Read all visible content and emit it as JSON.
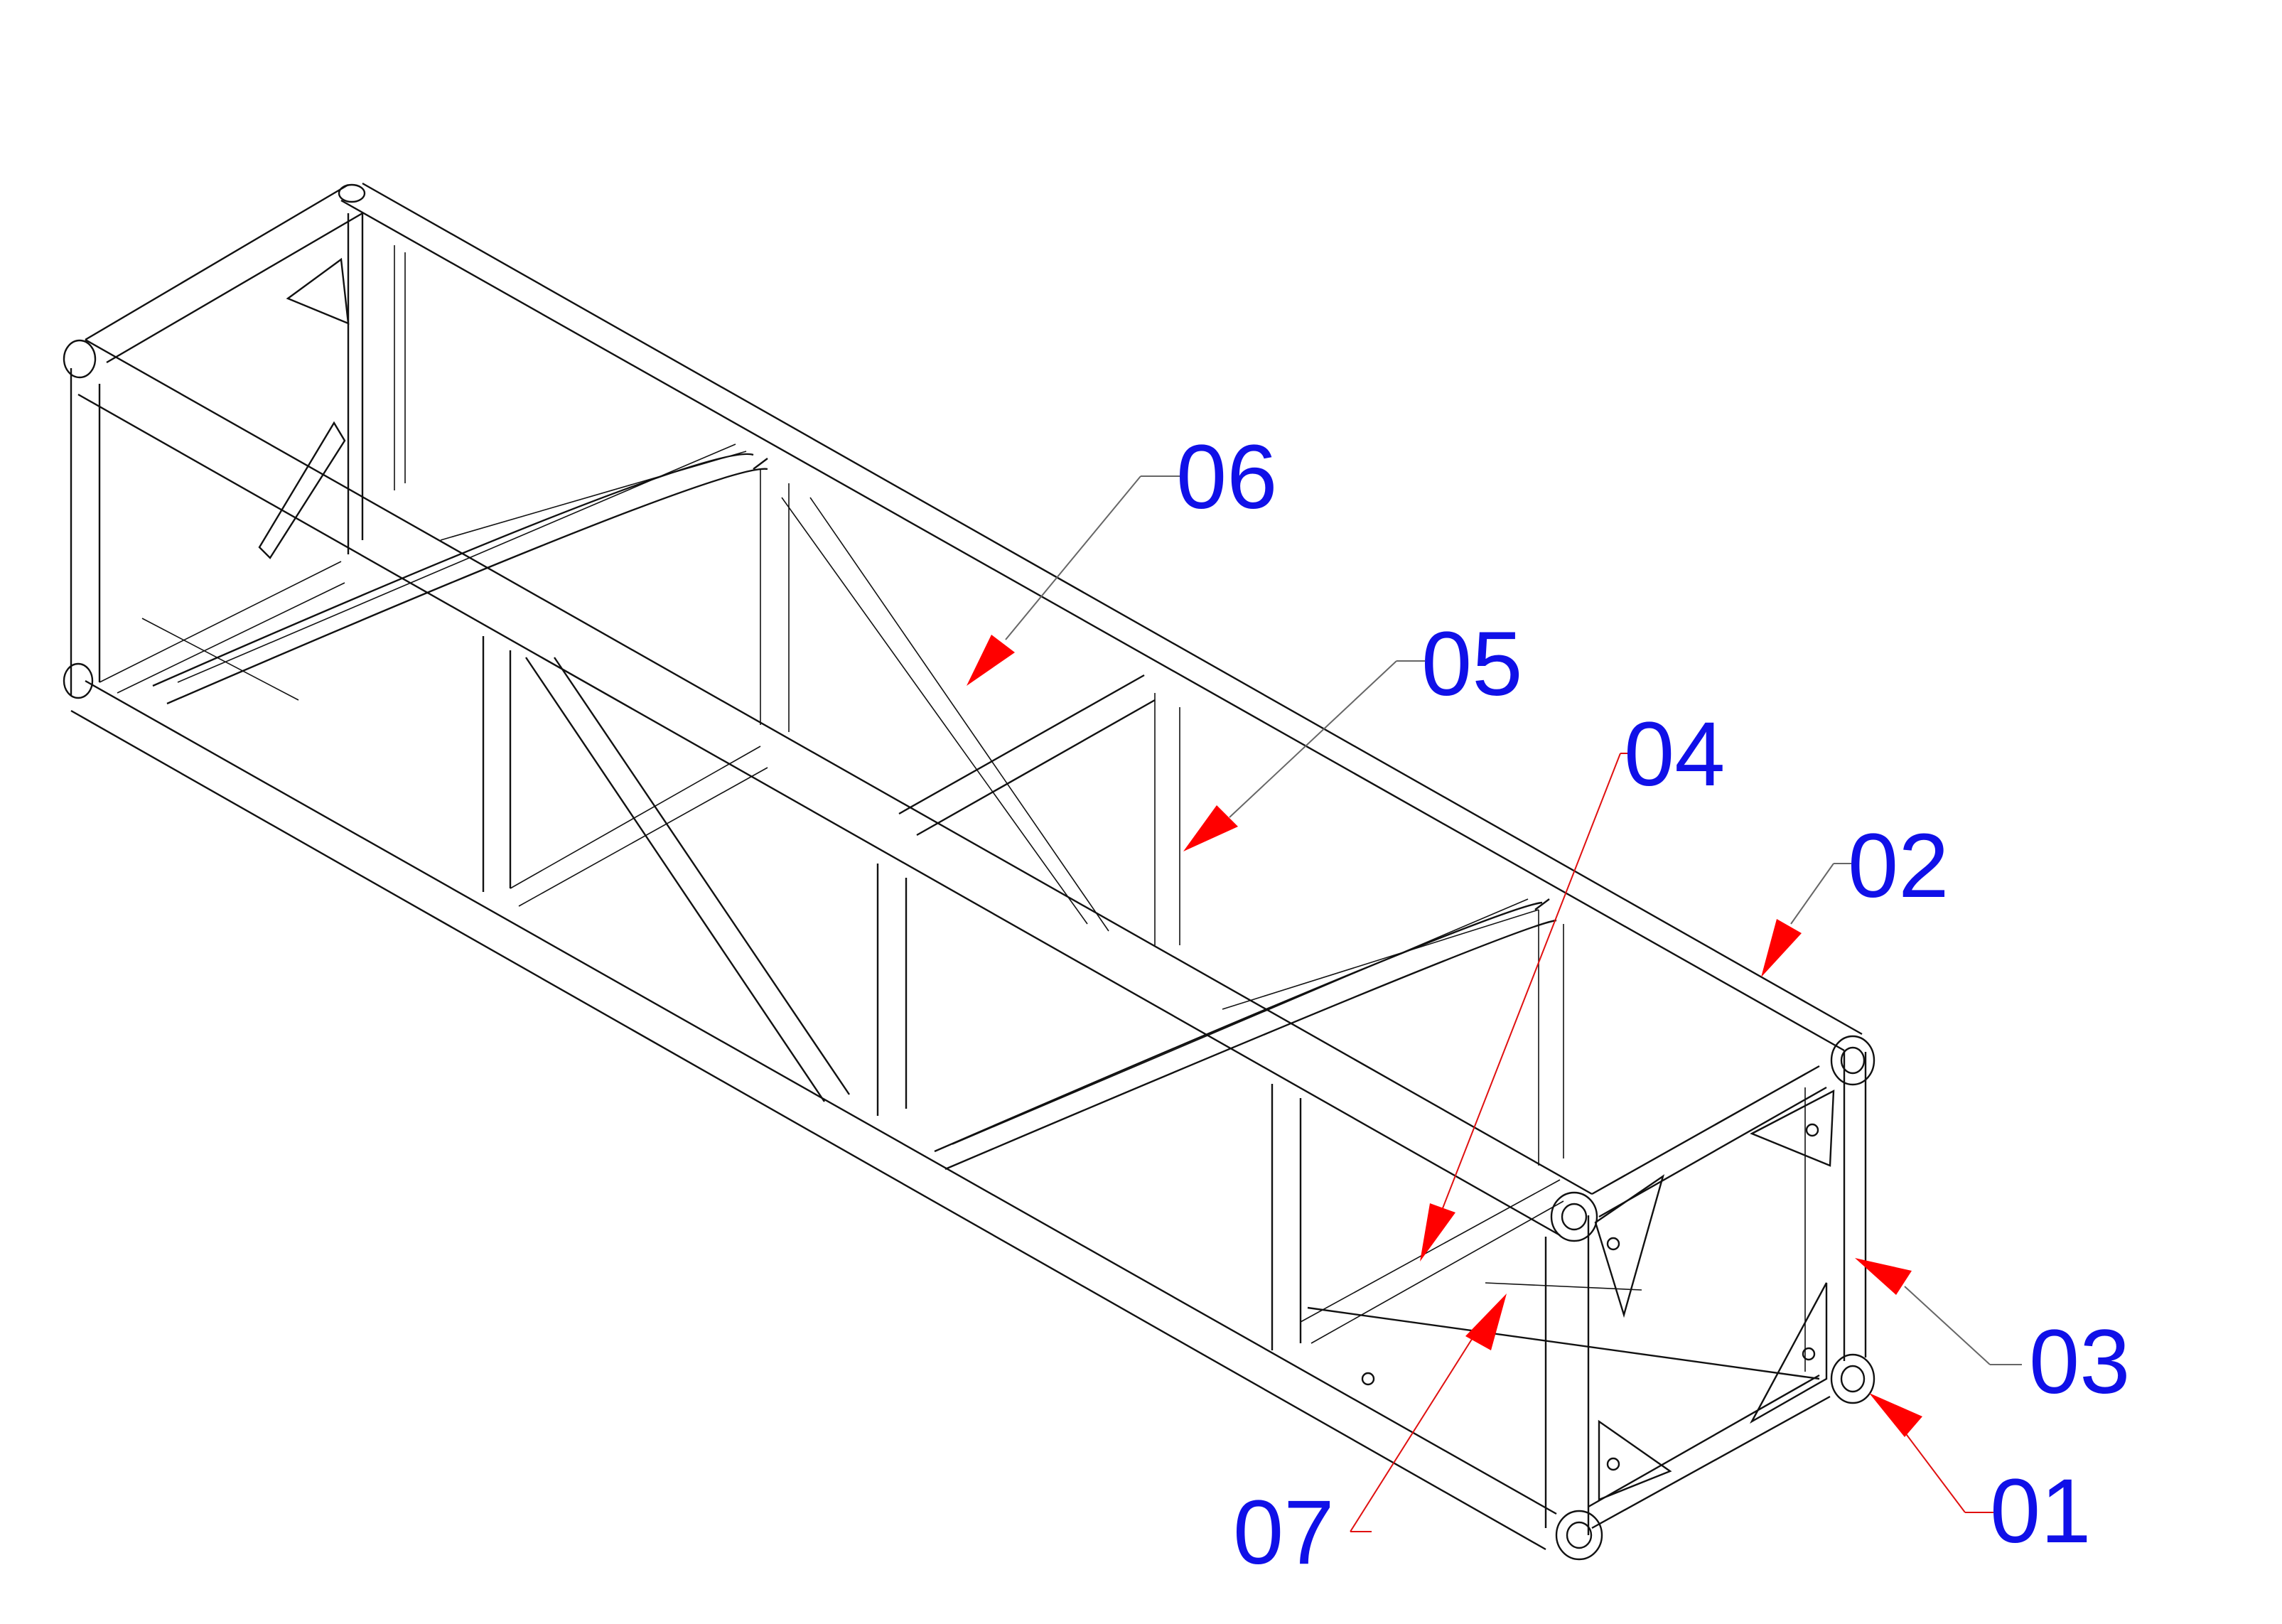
{
  "diagram": {
    "callouts": [
      {
        "id": "01",
        "label": "01"
      },
      {
        "id": "02",
        "label": "02"
      },
      {
        "id": "03",
        "label": "03"
      },
      {
        "id": "04",
        "label": "04"
      },
      {
        "id": "05",
        "label": "05"
      },
      {
        "id": "06",
        "label": "06"
      },
      {
        "id": "07",
        "label": "07"
      }
    ],
    "colors": {
      "line": "#111111",
      "label": "#1010e8",
      "arrow": "#ff0000",
      "background": "#ffffff"
    }
  }
}
